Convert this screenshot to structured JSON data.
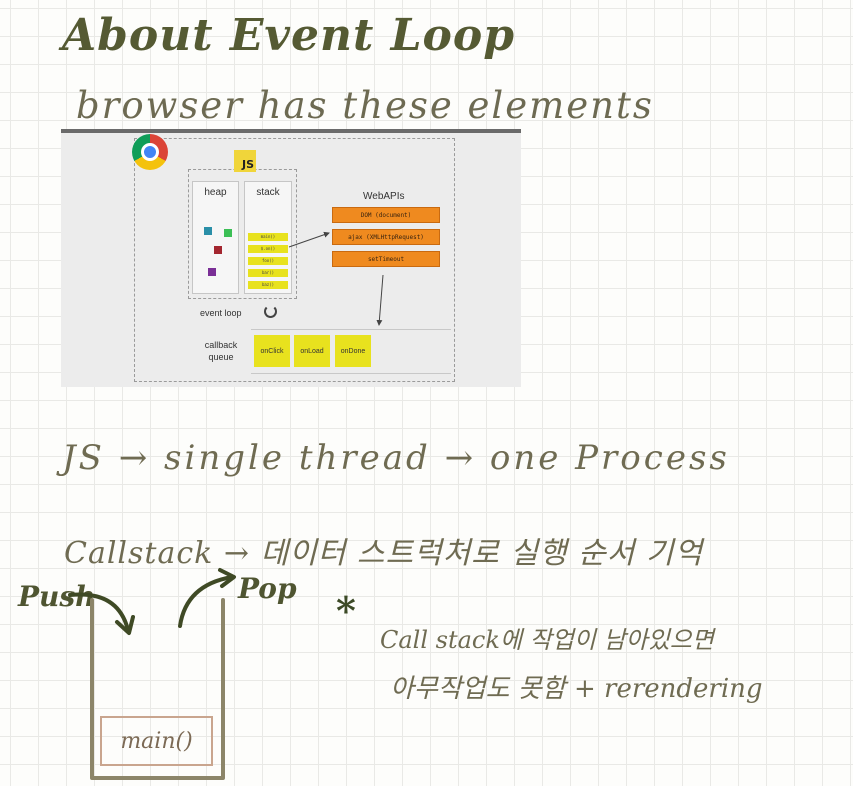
{
  "notes": {
    "title": "About Event Loop",
    "subtitle": "browser has these elements",
    "line_js": "JS → single thread → one Process",
    "line_callstack": "Callstack → 데이터 스트럭처로 실행 순서 기억",
    "push_label": "Push",
    "pop_label": "Pop",
    "star": "*",
    "note_line1": "Call stack에 작업이 남아있으면",
    "note_line2": "아무작업도 못함 + rerendering",
    "stack_item": "main()"
  },
  "diagram": {
    "js_badge": "JS",
    "heap_label": "heap",
    "stack_label": "stack",
    "stack_frames": [
      "main()",
      "$.on()",
      "foo()",
      "bar()",
      "baz()"
    ],
    "webapis_label": "WebAPIs",
    "webapis": [
      "DOM (document)",
      "ajax (XMLHttpRequest)",
      "setTimeout"
    ],
    "event_loop_label": "event loop",
    "callback_queue_label": "callback\nqueue",
    "callbacks": [
      "onClick",
      "onLoad",
      "onDone"
    ],
    "colors": {
      "webapi_box": "#ef8a1f",
      "queue_box": "#e8e21e",
      "heap_squares": [
        "#2a8fa8",
        "#3bbf55",
        "#a3262f",
        "#7a2f96"
      ]
    }
  },
  "colors": {
    "ink_dark": "#555a33",
    "ink": "#6f6b52",
    "stack_border": "#8c8569",
    "main_box_border": "#c9a58e"
  }
}
